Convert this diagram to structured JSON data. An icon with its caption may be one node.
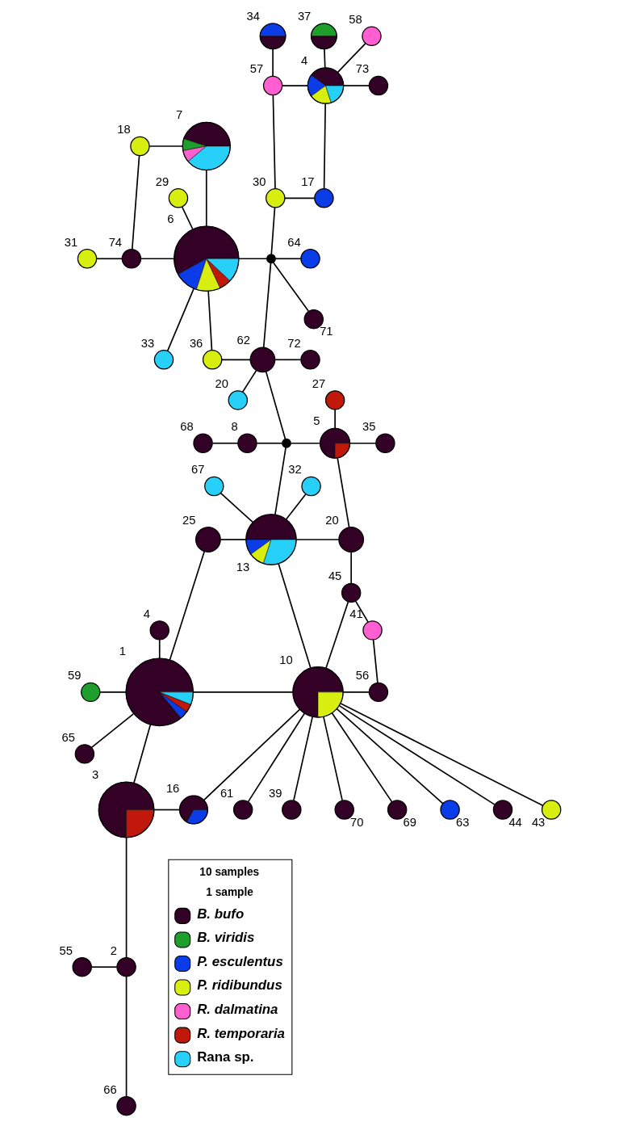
{
  "diagram": {
    "nodes": [
      {
        "text": [],
        "shape": "circle",
        "beside": [
          "34"
        ]
      },
      {
        "text": [],
        "shape": "circle",
        "beside": [
          "37"
        ]
      },
      {
        "text": [],
        "shape": "circle",
        "beside": [
          "58"
        ]
      },
      {
        "text": [],
        "shape": "circle",
        "beside": [
          "57"
        ]
      },
      {
        "text": [],
        "shape": "circle",
        "beside": [
          "4"
        ]
      },
      {
        "text": [],
        "shape": "circle",
        "beside": [
          "73"
        ]
      },
      {
        "text": [],
        "shape": "circle",
        "beside": [
          "18"
        ]
      },
      {
        "text": [],
        "shape": "circle",
        "beside": [
          "7"
        ]
      },
      {
        "text": [],
        "shape": "circle",
        "beside": [
          "29"
        ]
      },
      {
        "text": [],
        "shape": "circle",
        "beside": [
          "30"
        ]
      },
      {
        "text": [],
        "shape": "circle",
        "beside": [
          "17"
        ]
      },
      {
        "text": [],
        "shape": "circle",
        "beside": [
          "31"
        ]
      },
      {
        "text": [],
        "shape": "circle",
        "beside": [
          "74"
        ]
      },
      {
        "text": [],
        "shape": "circle",
        "beside": [
          "6"
        ]
      },
      {
        "text": [],
        "shape": "circle"
      },
      {
        "text": [],
        "shape": "circle",
        "beside": [
          "64"
        ]
      },
      {
        "text": [],
        "shape": "circle",
        "beside": [
          "71"
        ]
      },
      {
        "text": [],
        "shape": "circle",
        "beside": [
          "33"
        ]
      },
      {
        "text": [],
        "shape": "circle",
        "beside": [
          "36"
        ]
      },
      {
        "text": [],
        "shape": "circle",
        "beside": [
          "62"
        ]
      },
      {
        "text": [],
        "shape": "circle",
        "beside": [
          "72"
        ]
      },
      {
        "text": [],
        "shape": "circle",
        "beside": [
          "27"
        ]
      },
      {
        "text": [],
        "shape": "circle",
        "beside": [
          "20"
        ]
      },
      {
        "text": [],
        "shape": "circle",
        "beside": [
          "68"
        ]
      },
      {
        "text": [],
        "shape": "circle",
        "beside": [
          "8"
        ]
      },
      {
        "text": [],
        "shape": "circle"
      },
      {
        "text": [],
        "shape": "circle",
        "beside": [
          "5"
        ]
      },
      {
        "text": [],
        "shape": "circle",
        "beside": [
          "35"
        ]
      },
      {
        "text": [],
        "shape": "circle",
        "beside": [
          "67"
        ]
      },
      {
        "text": [],
        "shape": "circle",
        "beside": [
          "32"
        ]
      },
      {
        "text": [],
        "shape": "circle",
        "beside": [
          "25"
        ]
      },
      {
        "text": [],
        "shape": "circle",
        "beside": [
          "13"
        ]
      },
      {
        "text": [],
        "shape": "circle",
        "beside": [
          "20"
        ]
      },
      {
        "text": [],
        "shape": "circle",
        "beside": [
          "45"
        ]
      },
      {
        "text": [],
        "shape": "circle",
        "beside": [
          "4"
        ]
      },
      {
        "text": [],
        "shape": "circle",
        "beside": [
          "41"
        ]
      },
      {
        "text": [],
        "shape": "circle",
        "beside": [
          "59"
        ]
      },
      {
        "text": [],
        "shape": "circle",
        "beside": [
          "1"
        ]
      },
      {
        "text": [],
        "shape": "circle",
        "beside": [
          "10"
        ]
      },
      {
        "text": [],
        "shape": "circle",
        "beside": [
          "56"
        ]
      },
      {
        "text": [],
        "shape": "circle",
        "beside": [
          "43"
        ]
      },
      {
        "text": [],
        "shape": "circle",
        "beside": [
          "65"
        ]
      },
      {
        "text": [],
        "shape": "circle",
        "beside": [
          "44"
        ]
      },
      {
        "text": [],
        "shape": "circle",
        "beside": [
          "63"
        ]
      },
      {
        "text": [],
        "shape": "circle",
        "beside": [
          "69"
        ]
      },
      {
        "text": [],
        "shape": "circle",
        "beside": [
          "70"
        ]
      },
      {
        "text": [],
        "shape": "circle",
        "beside": [
          "39"
        ]
      },
      {
        "text": [],
        "shape": "circle",
        "beside": [
          "3"
        ]
      },
      {
        "text": [],
        "shape": "circle",
        "beside": [
          "16"
        ]
      },
      {
        "text": [],
        "shape": "circle",
        "beside": [
          "61"
        ]
      },
      {
        "text": [],
        "shape": "circle",
        "beside": [
          "55"
        ]
      },
      {
        "text": [],
        "shape": "circle",
        "beside": [
          "2"
        ]
      },
      {
        "text": [],
        "shape": "circle",
        "beside": [
          "66"
        ]
      }
    ],
    "edges": [
      {
        "from": 0,
        "to": 3,
        "arrow": "none"
      },
      {
        "from": 1,
        "to": 4,
        "arrow": "none"
      },
      {
        "from": 2,
        "to": 4,
        "arrow": "none"
      },
      {
        "from": 3,
        "to": 4,
        "arrow": "none"
      },
      {
        "from": 4,
        "to": 5,
        "arrow": "none"
      },
      {
        "from": 6,
        "to": 7,
        "arrow": "none"
      },
      {
        "from": 3,
        "to": 9,
        "arrow": "none"
      },
      {
        "from": 4,
        "to": 10,
        "arrow": "none"
      },
      {
        "from": 9,
        "to": 10,
        "arrow": "none"
      },
      {
        "from": 6,
        "to": 12,
        "arrow": "none"
      },
      {
        "from": 7,
        "to": 13,
        "arrow": "none"
      },
      {
        "from": 8,
        "to": 13,
        "arrow": "none"
      },
      {
        "from": 9,
        "to": 14,
        "arrow": "none"
      },
      {
        "from": 11,
        "to": 12,
        "arrow": "none"
      },
      {
        "from": 12,
        "to": 13,
        "arrow": "none"
      },
      {
        "from": 13,
        "to": 14,
        "arrow": "none"
      },
      {
        "from": 14,
        "to": 15,
        "arrow": "none"
      },
      {
        "from": 14,
        "to": 16,
        "arrow": "none"
      },
      {
        "from": 13,
        "to": 17,
        "arrow": "none"
      },
      {
        "from": 13,
        "to": 18,
        "arrow": "none"
      },
      {
        "from": 14,
        "to": 19,
        "arrow": "none"
      },
      {
        "from": 18,
        "to": 19,
        "arrow": "none"
      },
      {
        "from": 19,
        "to": 20,
        "arrow": "none"
      },
      {
        "from": 19,
        "to": 22,
        "arrow": "none"
      },
      {
        "from": 21,
        "to": 26,
        "arrow": "none"
      },
      {
        "from": 19,
        "to": 25,
        "arrow": "none"
      },
      {
        "from": 23,
        "to": 24,
        "arrow": "none"
      },
      {
        "from": 24,
        "to": 25,
        "arrow": "none"
      },
      {
        "from": 25,
        "to": 26,
        "arrow": "none"
      },
      {
        "from": 26,
        "to": 27,
        "arrow": "none"
      },
      {
        "from": 25,
        "to": 31,
        "arrow": "none"
      },
      {
        "from": 26,
        "to": 32,
        "arrow": "none"
      },
      {
        "from": 28,
        "to": 31,
        "arrow": "none"
      },
      {
        "from": 29,
        "to": 31,
        "arrow": "none"
      },
      {
        "from": 30,
        "to": 31,
        "arrow": "none"
      },
      {
        "from": 31,
        "to": 32,
        "arrow": "none"
      },
      {
        "from": 32,
        "to": 33,
        "arrow": "none"
      },
      {
        "from": 30,
        "to": 37,
        "arrow": "none"
      },
      {
        "from": 31,
        "to": 38,
        "arrow": "none"
      },
      {
        "from": 33,
        "to": 38,
        "arrow": "none"
      },
      {
        "from": 33,
        "to": 35,
        "arrow": "none"
      },
      {
        "from": 34,
        "to": 37,
        "arrow": "none"
      },
      {
        "from": 36,
        "to": 37,
        "arrow": "none"
      },
      {
        "from": 37,
        "to": 38,
        "arrow": "none"
      },
      {
        "from": 35,
        "to": 39,
        "arrow": "none"
      },
      {
        "from": 38,
        "to": 39,
        "arrow": "none"
      },
      {
        "from": 38,
        "to": 40,
        "arrow": "none"
      },
      {
        "from": 37,
        "to": 41,
        "arrow": "none"
      },
      {
        "from": 38,
        "to": 42,
        "arrow": "none"
      },
      {
        "from": 38,
        "to": 43,
        "arrow": "none"
      },
      {
        "from": 38,
        "to": 44,
        "arrow": "none"
      },
      {
        "from": 38,
        "to": 45,
        "arrow": "none"
      },
      {
        "from": 38,
        "to": 46,
        "arrow": "none"
      },
      {
        "from": 37,
        "to": 47,
        "arrow": "none"
      },
      {
        "from": 38,
        "to": 48,
        "arrow": "none"
      },
      {
        "from": 47,
        "to": 48,
        "arrow": "none"
      },
      {
        "from": 38,
        "to": 49,
        "arrow": "none"
      },
      {
        "from": 47,
        "to": 51,
        "arrow": "none"
      },
      {
        "from": 50,
        "to": 51,
        "arrow": "none"
      },
      {
        "from": 51,
        "to": 52,
        "arrow": "none"
      }
    ],
    "legend": [
      {
        "text": "10 samples"
      },
      {
        "text": "1 sample"
      },
      {
        "text": "B. bufo",
        "color": "#330026"
      },
      {
        "text": "B. viridis",
        "color": "#1e9e2a"
      },
      {
        "text": "P. esculentus",
        "color": "#0a3de8"
      },
      {
        "text": "P. ridibundus",
        "color": "#d8ee10"
      },
      {
        "text": "R. dalmatina",
        "color": "#ff5fd0"
      },
      {
        "text": "R. temporaria",
        "color": "#c0180a"
      },
      {
        "text": "Rana sp.",
        "color": "#27d0f8"
      }
    ]
  }
}
